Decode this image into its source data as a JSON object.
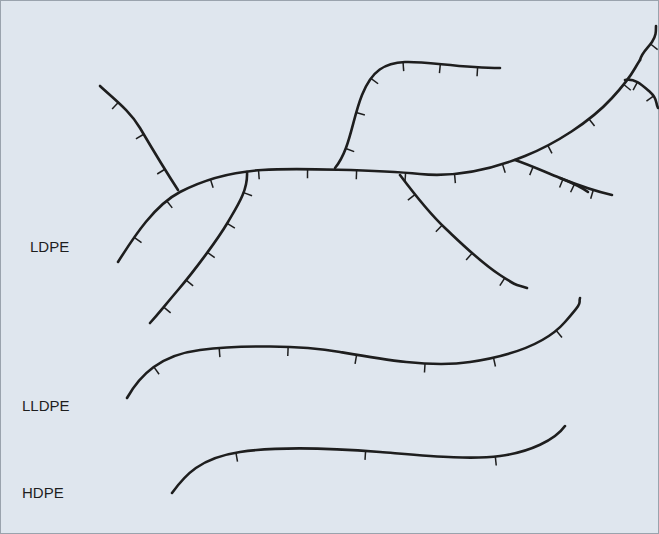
{
  "diagram": {
    "labels": [
      "LDPE",
      "LLDPE",
      "HDPE"
    ]
  }
}
